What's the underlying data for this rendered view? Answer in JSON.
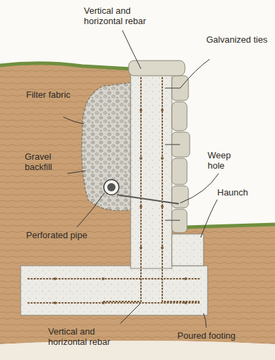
{
  "diagram": {
    "labels": [
      "Vertical and horizontal rebar",
      "Galvanized ties",
      "Filter fabric",
      "Weep hole",
      "Gravel backfill",
      "Haunch",
      "Perforated pipe",
      "Vertical and horizontal rebar",
      "Poured footing"
    ]
  }
}
